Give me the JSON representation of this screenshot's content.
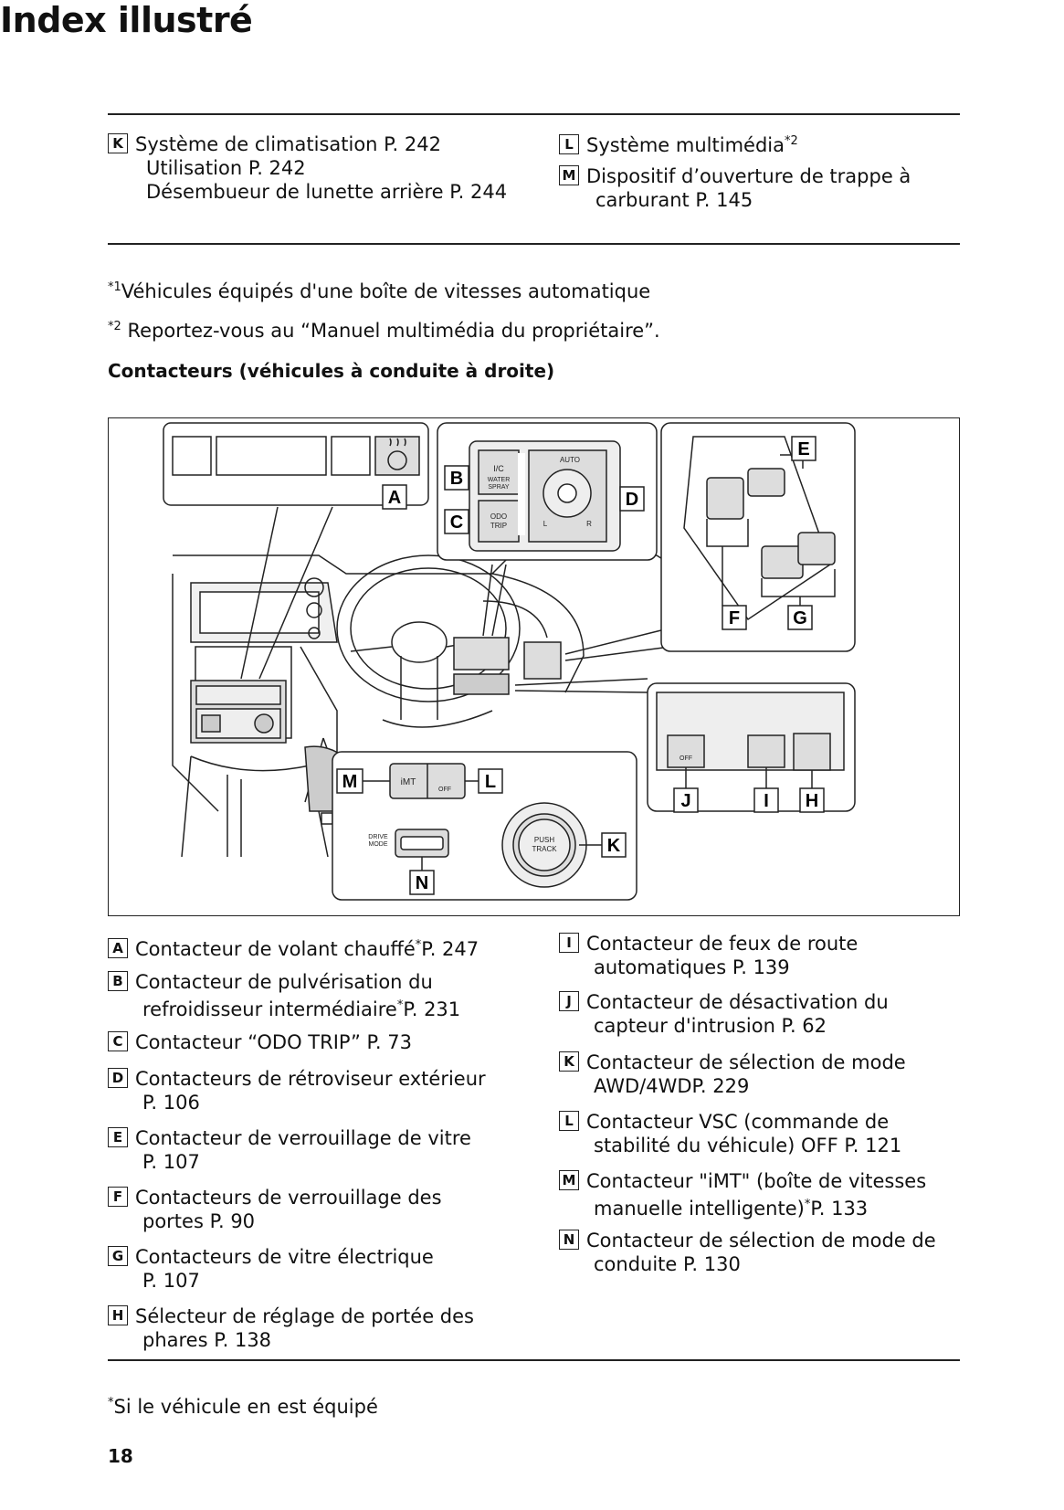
{
  "page": {
    "title": "Index illustré",
    "page_number": "18"
  },
  "top_left": {
    "k": {
      "letter": "K",
      "line1": "Système de climatisation P. 242",
      "line2": "Utilisation P. 242",
      "line3": "Désembueur de lunette arrière P. 244"
    }
  },
  "top_right": {
    "l": {
      "letter": "L",
      "text": "Système multimédia",
      "sup": "*2"
    },
    "m": {
      "letter": "M",
      "line1": "Dispositif d’ouverture de trappe à",
      "line2": "carburant P. 145"
    }
  },
  "notes": {
    "n1_sup": "*1",
    "n1": "Véhicules équipés d'une boîte de vitesses automatique",
    "n2_sup": "*2",
    "n2": " Reportez-vous au “Manuel multimédia du propriétaire”.",
    "heading": "Contacteurs (véhicules à conduite à droite)"
  },
  "figure": {
    "labels": [
      "A",
      "B",
      "C",
      "D",
      "E",
      "F",
      "G",
      "H",
      "I",
      "J",
      "K",
      "L",
      "M",
      "N"
    ],
    "b_text": [
      "I/C",
      "WATER",
      "SPRAY"
    ],
    "c_text": [
      "ODO",
      "TRIP"
    ],
    "auto": "AUTO",
    "lr": [
      "L",
      "R"
    ],
    "imt": "iMT",
    "off": "OFF",
    "drive_mode": [
      "DRIVE",
      "MODE"
    ],
    "push_start": [
      "PUSH",
      "TRACK"
    ]
  },
  "left_list": [
    {
      "letter": "A",
      "line1": "Contacteur de volant chauffé",
      "sup": "*",
      "after": "P. 247"
    },
    {
      "letter": "B",
      "line1": "Contacteur de pulvérisation du",
      "line2": "refroidisseur intermédiaire",
      "sup": "*",
      "after": "P. 231"
    },
    {
      "letter": "C",
      "line1": "Contacteur “ODO TRIP” P. 73"
    },
    {
      "letter": "D",
      "line1": "Contacteurs de rétroviseur extérieur",
      "line2": "P. 106"
    },
    {
      "letter": "E",
      "line1": "Contacteur de verrouillage de vitre",
      "line2": "P. 107"
    },
    {
      "letter": "F",
      "line1": "Contacteurs de verrouillage des",
      "line2": "portes P. 90"
    },
    {
      "letter": "G",
      "line1": "Contacteurs de vitre électrique",
      "line2": "P. 107"
    },
    {
      "letter": "H",
      "line1": "Sélecteur de réglage de portée des",
      "line2": "phares P. 138"
    }
  ],
  "right_list": [
    {
      "letter": "I",
      "line1": "Contacteur de feux de route",
      "line2": "automatiques P. 139"
    },
    {
      "letter": "J",
      "line1": "Contacteur de désactivation du",
      "line2": "capteur d'intrusion P. 62"
    },
    {
      "letter": "K",
      "line1": "Contacteur de sélection de mode",
      "line2": "AWD/4WDP. 229"
    },
    {
      "letter": "L",
      "line1": "Contacteur VSC (commande de",
      "line2": "stabilité du véhicule) OFF P. 121"
    },
    {
      "letter": "M",
      "line1": "Contacteur \"iMT\" (boîte de vitesses",
      "line2": "manuelle intelligente)",
      "sup": "*",
      "after": "P. 133"
    },
    {
      "letter": "N",
      "line1": "Contacteur de sélection de mode de",
      "line2": "conduite P. 130"
    }
  ],
  "footnote": {
    "sup": "*",
    "text": "Si le véhicule en est équipé"
  }
}
